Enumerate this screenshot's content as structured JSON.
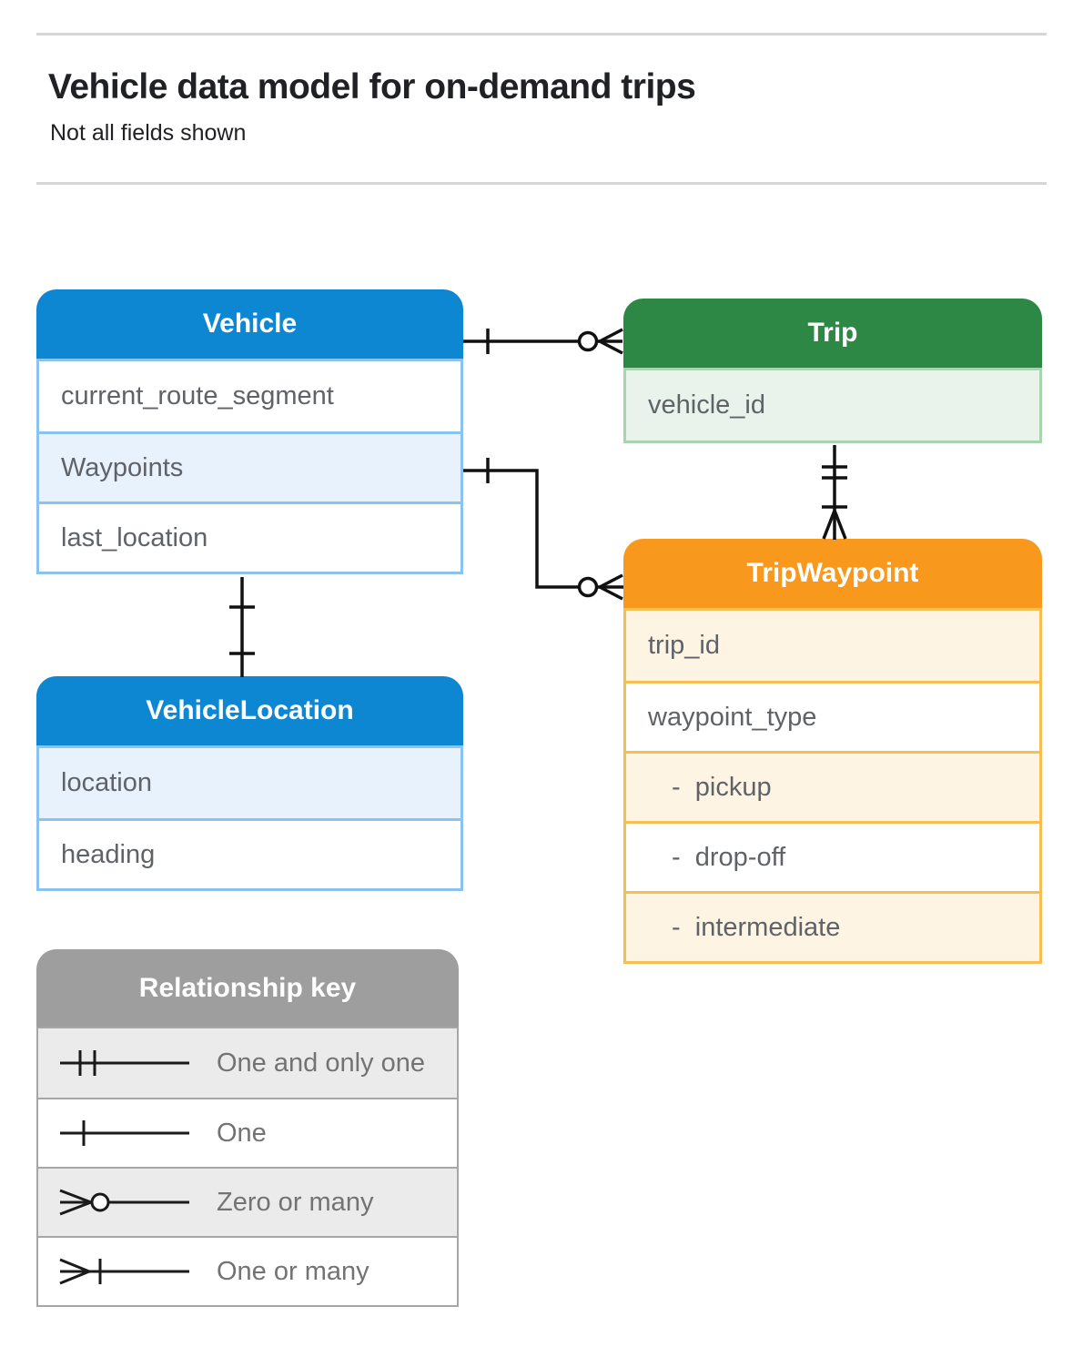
{
  "page": {
    "title": "Vehicle data model for on-demand trips",
    "subtitle": "Not all fields shown"
  },
  "tables": {
    "vehicle": {
      "title": "Vehicle",
      "fields": [
        {
          "name": "current_route_segment"
        },
        {
          "name": "Waypoints"
        },
        {
          "name": "last_location"
        }
      ]
    },
    "trip": {
      "title": "Trip",
      "fields": [
        {
          "name": "vehicle_id"
        }
      ]
    },
    "trip_waypoint": {
      "title": "TripWaypoint",
      "fields": [
        {
          "name": "trip_id"
        },
        {
          "name": "waypoint_type"
        },
        {
          "name": "-  pickup"
        },
        {
          "name": "-  drop-off"
        },
        {
          "name": "-  intermediate"
        }
      ]
    },
    "vehicle_location": {
      "title": "VehicleLocation",
      "fields": [
        {
          "name": "location"
        },
        {
          "name": "heading"
        }
      ]
    }
  },
  "legend": {
    "title": "Relationship key",
    "items": [
      {
        "label": "One and only one",
        "symbol": "one-and-only-one"
      },
      {
        "label": "One",
        "symbol": "one"
      },
      {
        "label": "Zero or many",
        "symbol": "zero-or-many"
      },
      {
        "label": "One or many",
        "symbol": "one-or-many"
      }
    ]
  },
  "relationships": [
    {
      "from": "Vehicle",
      "to": "Trip",
      "from_cardinality": "one",
      "to_cardinality": "zero-or-many"
    },
    {
      "from": "Vehicle.Waypoints",
      "to": "TripWaypoint",
      "from_cardinality": "one",
      "to_cardinality": "zero-or-many"
    },
    {
      "from": "Trip",
      "to": "TripWaypoint",
      "from_cardinality": "one-and-only-one",
      "to_cardinality": "one-or-many"
    },
    {
      "from": "Vehicle",
      "to": "VehicleLocation",
      "from_cardinality": "one",
      "to_cardinality": "one"
    }
  ],
  "colors": {
    "blue_header": "#0d87d1",
    "blue_row": "#e8f2fd",
    "blue_border": "#8cc3ee",
    "green_header": "#2d8745",
    "green_row": "#e9f3ec",
    "green_border": "#a9d4b0",
    "orange_header": "#f8981d",
    "orange_row": "#fdf4e3",
    "orange_border": "#f6bf53",
    "gray_header": "#9e9e9e",
    "gray_row": "#ebebeb",
    "row_text": "#5f6368",
    "title_text": "#202124",
    "connector": "#111111"
  }
}
